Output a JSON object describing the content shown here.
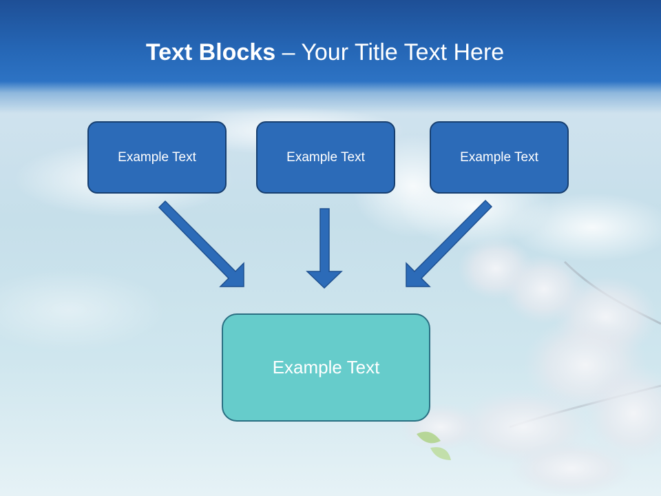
{
  "title": {
    "bold": "Text Blocks",
    "rest": " – Your Title Text Here"
  },
  "diagram": {
    "top_boxes": [
      {
        "label": "Example Text"
      },
      {
        "label": "Example Text"
      },
      {
        "label": "Example Text"
      }
    ],
    "target_box": {
      "label": "Example Text"
    }
  },
  "colors": {
    "header_blue": "#2566b5",
    "top_box_fill": "#2c6bb8",
    "top_box_border": "#173f70",
    "target_box_fill": "#66cccb",
    "target_box_border": "#2a6f82",
    "arrow_fill": "#2c6bb8"
  }
}
